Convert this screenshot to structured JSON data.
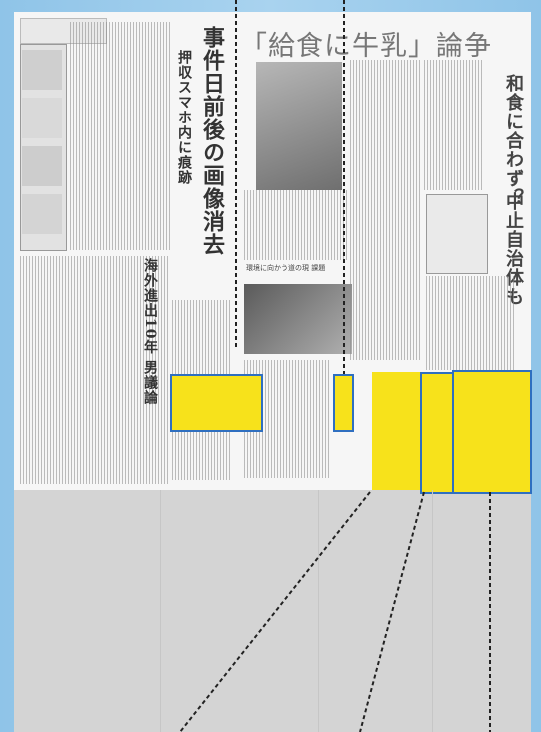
{
  "header_title": "「給食に牛乳」論争",
  "headline_right_1": "和食に合わず？",
  "headline_right_2": "中止自治体も",
  "headline_left": "事件日前後の画像消去",
  "subheadline_left": "押収スマホ内に痕跡",
  "headline_lower_left": "海外進出10年 男議論",
  "photo_caption": "環境に向かう道の現 課題",
  "colors": {
    "highlight": "#f7e21b",
    "highlight_border": "#2f6fc0",
    "background": "#a9d3ef"
  }
}
